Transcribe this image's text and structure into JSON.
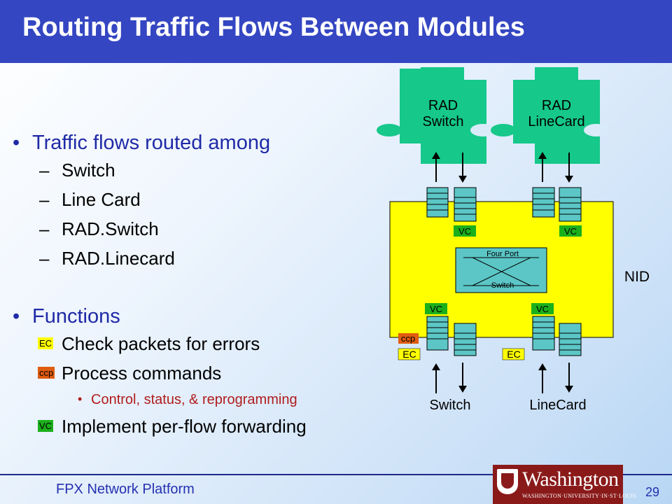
{
  "title": "Routing Traffic Flows Between Modules",
  "bullets": {
    "flows_heading": "Traffic flows routed among",
    "flows": [
      "Switch",
      "Line Card",
      "RAD.Switch",
      "RAD.Linecard"
    ],
    "functions_heading": "Functions",
    "functions": [
      {
        "tag": "EC",
        "text": "Check packets for errors"
      },
      {
        "tag": "ccp",
        "text": "Process commands"
      },
      {
        "tag": "VC",
        "text": "Implement per-flow forwarding"
      }
    ],
    "sub_bullet": "Control, status, & reprogramming"
  },
  "diagram": {
    "rad_switch": [
      "RAD",
      "Switch"
    ],
    "rad_linecard": [
      "RAD",
      "LineCard"
    ],
    "four_port_top": "Four Port",
    "four_port_bottom": "Switch",
    "vc": "VC",
    "ccp": "ccp",
    "ec": "EC",
    "nid": "NID",
    "switch_label": "Switch",
    "linecard_label": "LineCard"
  },
  "colors": {
    "title_bar": "#3446c2",
    "nid_fill": "#ffff00",
    "rad_fill": "#16c88a",
    "queue_fill": "#5cc6c6",
    "vc_fill": "#1bb01b",
    "ccp_fill": "#e05c10",
    "ec_fill": "#ffff00"
  },
  "footer": {
    "text": "FPX Network Platform",
    "page": "29",
    "logo_word": "Washington",
    "logo_sub": "WASHINGTON·UNIVERSITY·IN·ST·LOUIS"
  }
}
